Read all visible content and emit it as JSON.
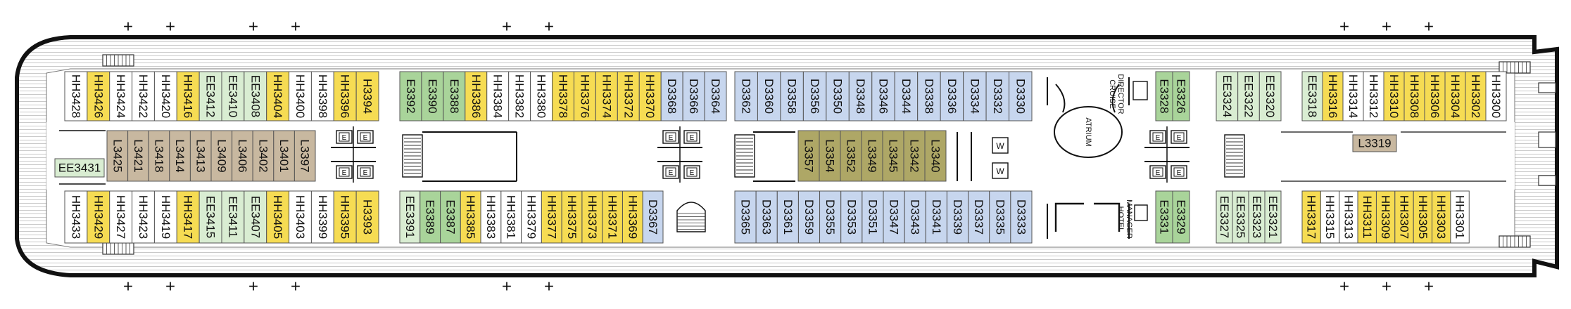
{
  "labels": {
    "atrium": "ATRIUM",
    "cruise_director": [
      "CRUISE",
      "DIRECTOR"
    ],
    "hotel_manager": [
      "HOTEL",
      "MANAGER"
    ],
    "elevator": "E",
    "washroom": "W",
    "plus": "+"
  },
  "colors": {
    "yellow": "#F6DC53",
    "green": "#A9D49A",
    "lightgreen": "#D9EDD2",
    "blue": "#C7D6EE",
    "tan": "#C8B8A0",
    "olive": "#AEA766",
    "white": "#FFFFFF"
  },
  "cabins": {
    "top": [
      {
        "label": "HH3428",
        "color": "white"
      },
      {
        "label": "HH3426",
        "color": "yellow"
      },
      {
        "label": "HH3424",
        "color": "white"
      },
      {
        "label": "HH3422",
        "color": "white"
      },
      {
        "label": "HH3420",
        "color": "white"
      },
      {
        "label": "HH3416",
        "color": "yellow"
      },
      {
        "label": "EE3412",
        "color": "lightgreen"
      },
      {
        "label": "EE3410",
        "color": "lightgreen"
      },
      {
        "label": "EE3408",
        "color": "lightgreen"
      },
      {
        "label": "HH3404",
        "color": "yellow"
      },
      {
        "label": "HH3400",
        "color": "white"
      },
      {
        "label": "HH3398",
        "color": "white"
      },
      {
        "label": "HH3396",
        "color": "yellow"
      },
      {
        "label": "H3394",
        "color": "yellow"
      },
      {
        "label": "E3392",
        "color": "green"
      },
      {
        "label": "E3390",
        "color": "green"
      },
      {
        "label": "E3388",
        "color": "green"
      },
      {
        "label": "HH3386",
        "color": "yellow"
      },
      {
        "label": "HH3384",
        "color": "white"
      },
      {
        "label": "HH3382",
        "color": "white"
      },
      {
        "label": "HH3380",
        "color": "white"
      },
      {
        "label": "HH3378",
        "color": "yellow"
      },
      {
        "label": "HH3376",
        "color": "yellow"
      },
      {
        "label": "HH3374",
        "color": "yellow"
      },
      {
        "label": "HH3372",
        "color": "yellow"
      },
      {
        "label": "HH3370",
        "color": "yellow"
      },
      {
        "label": "D3368",
        "color": "blue"
      },
      {
        "label": "D3366",
        "color": "blue"
      },
      {
        "label": "D3364",
        "color": "blue"
      },
      {
        "label": "D3362",
        "color": "blue"
      },
      {
        "label": "D3360",
        "color": "blue"
      },
      {
        "label": "D3358",
        "color": "blue"
      },
      {
        "label": "D3356",
        "color": "blue"
      },
      {
        "label": "D3350",
        "color": "blue"
      },
      {
        "label": "D3348",
        "color": "blue"
      },
      {
        "label": "D3346",
        "color": "blue"
      },
      {
        "label": "D3344",
        "color": "blue"
      },
      {
        "label": "D3338",
        "color": "blue"
      },
      {
        "label": "D3336",
        "color": "blue"
      },
      {
        "label": "D3334",
        "color": "blue"
      },
      {
        "label": "D3332",
        "color": "blue"
      },
      {
        "label": "D3330",
        "color": "blue"
      },
      {
        "label": "E3328",
        "color": "green"
      },
      {
        "label": "E3326",
        "color": "green"
      },
      {
        "label": "EE3324",
        "color": "lightgreen"
      },
      {
        "label": "EE3322",
        "color": "lightgreen"
      },
      {
        "label": "EE3320",
        "color": "lightgreen"
      },
      {
        "label": "EE3318",
        "color": "lightgreen"
      },
      {
        "label": "HH3316",
        "color": "yellow"
      },
      {
        "label": "HH3314",
        "color": "white"
      },
      {
        "label": "HH3312",
        "color": "white"
      },
      {
        "label": "HH3310",
        "color": "yellow"
      },
      {
        "label": "HH3308",
        "color": "yellow"
      },
      {
        "label": "HH3306",
        "color": "yellow"
      },
      {
        "label": "HH3304",
        "color": "yellow"
      },
      {
        "label": "HH3302",
        "color": "yellow"
      },
      {
        "label": "HH3300",
        "color": "white"
      }
    ],
    "middle": [
      {
        "label": "EE3431",
        "color": "lightgreen"
      },
      {
        "label": "L3425",
        "color": "tan"
      },
      {
        "label": "L3421",
        "color": "tan"
      },
      {
        "label": "L3418",
        "color": "tan"
      },
      {
        "label": "L3414",
        "color": "tan"
      },
      {
        "label": "L3413",
        "color": "tan"
      },
      {
        "label": "L3409",
        "color": "tan"
      },
      {
        "label": "L3406",
        "color": "tan"
      },
      {
        "label": "L3402",
        "color": "tan"
      },
      {
        "label": "L3401",
        "color": "tan"
      },
      {
        "label": "L3397",
        "color": "tan"
      },
      {
        "label": "L3357",
        "color": "olive"
      },
      {
        "label": "L3354",
        "color": "olive"
      },
      {
        "label": "L3352",
        "color": "olive"
      },
      {
        "label": "L3349",
        "color": "olive"
      },
      {
        "label": "L3345",
        "color": "olive"
      },
      {
        "label": "L3342",
        "color": "olive"
      },
      {
        "label": "L3340",
        "color": "olive"
      },
      {
        "label": "L3319",
        "color": "tan"
      }
    ],
    "bottom": [
      {
        "label": "HH3433",
        "color": "white"
      },
      {
        "label": "HH3429",
        "color": "yellow"
      },
      {
        "label": "HH3427",
        "color": "white"
      },
      {
        "label": "HH3423",
        "color": "white"
      },
      {
        "label": "HH3419",
        "color": "white"
      },
      {
        "label": "HH3417",
        "color": "yellow"
      },
      {
        "label": "EE3415",
        "color": "lightgreen"
      },
      {
        "label": "EE3411",
        "color": "lightgreen"
      },
      {
        "label": "EE3407",
        "color": "lightgreen"
      },
      {
        "label": "HH3405",
        "color": "yellow"
      },
      {
        "label": "HH3403",
        "color": "white"
      },
      {
        "label": "HH3399",
        "color": "white"
      },
      {
        "label": "HH3395",
        "color": "yellow"
      },
      {
        "label": "H3393",
        "color": "yellow"
      },
      {
        "label": "EE3391",
        "color": "lightgreen"
      },
      {
        "label": "E3389",
        "color": "green"
      },
      {
        "label": "E3387",
        "color": "green"
      },
      {
        "label": "HH3385",
        "color": "yellow"
      },
      {
        "label": "HH3383",
        "color": "white"
      },
      {
        "label": "HH3381",
        "color": "white"
      },
      {
        "label": "HH3379",
        "color": "white"
      },
      {
        "label": "HH3377",
        "color": "yellow"
      },
      {
        "label": "HH3375",
        "color": "yellow"
      },
      {
        "label": "HH3373",
        "color": "yellow"
      },
      {
        "label": "HH3371",
        "color": "yellow"
      },
      {
        "label": "HH3369",
        "color": "yellow"
      },
      {
        "label": "D3367",
        "color": "blue"
      },
      {
        "label": "D3365",
        "color": "blue"
      },
      {
        "label": "D3363",
        "color": "blue"
      },
      {
        "label": "D3361",
        "color": "blue"
      },
      {
        "label": "D3359",
        "color": "blue"
      },
      {
        "label": "D3355",
        "color": "blue"
      },
      {
        "label": "D3353",
        "color": "blue"
      },
      {
        "label": "D3351",
        "color": "blue"
      },
      {
        "label": "D3347",
        "color": "blue"
      },
      {
        "label": "D3343",
        "color": "blue"
      },
      {
        "label": "D3341",
        "color": "blue"
      },
      {
        "label": "D3339",
        "color": "blue"
      },
      {
        "label": "D3337",
        "color": "blue"
      },
      {
        "label": "D3335",
        "color": "blue"
      },
      {
        "label": "D3333",
        "color": "blue"
      },
      {
        "label": "E3331",
        "color": "green"
      },
      {
        "label": "E3329",
        "color": "green"
      },
      {
        "label": "EE3327",
        "color": "lightgreen"
      },
      {
        "label": "EE3325",
        "color": "lightgreen"
      },
      {
        "label": "EE3323",
        "color": "lightgreen"
      },
      {
        "label": "EE3321",
        "color": "lightgreen"
      },
      {
        "label": "HH3317",
        "color": "yellow"
      },
      {
        "label": "HH3315",
        "color": "white"
      },
      {
        "label": "HH3313",
        "color": "white"
      },
      {
        "label": "HH3311",
        "color": "yellow"
      },
      {
        "label": "HH3309",
        "color": "yellow"
      },
      {
        "label": "HH3307",
        "color": "yellow"
      },
      {
        "label": "HH3305",
        "color": "yellow"
      },
      {
        "label": "HH3303",
        "color": "yellow"
      },
      {
        "label": "HH3301",
        "color": "white"
      }
    ]
  }
}
